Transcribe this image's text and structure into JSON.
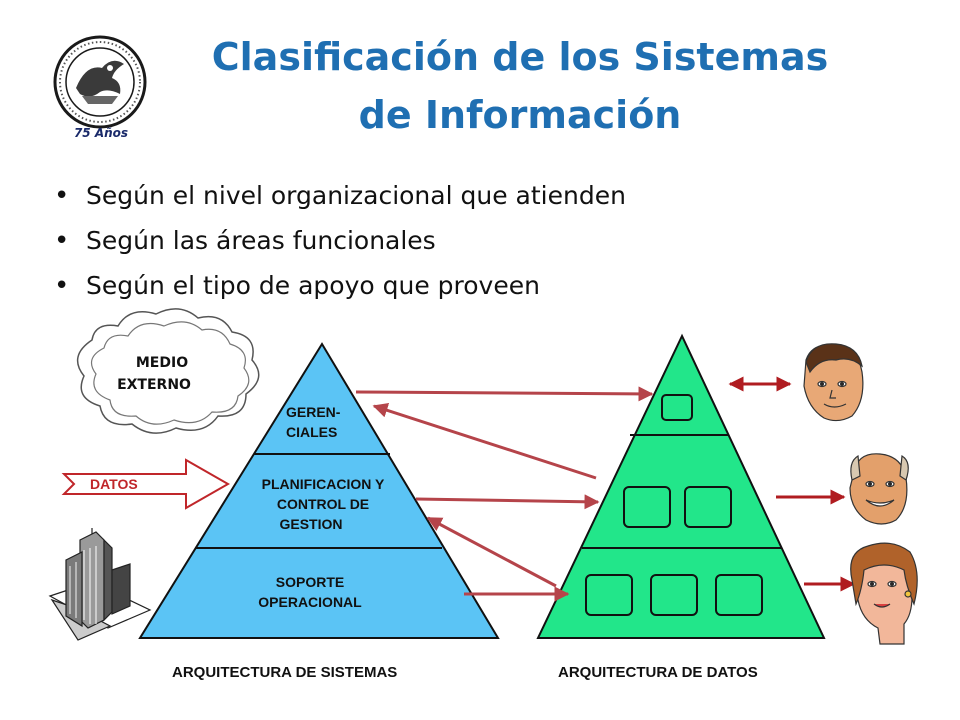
{
  "slide": {
    "title_line1": "Clasificación de los Sistemas",
    "title_line2": "de Información",
    "logo_caption": "75 Años",
    "bullets": [
      "Según el nivel organizacional que atienden",
      "Según las áreas funcionales",
      "Según el tipo de apoyo que proveen"
    ]
  },
  "diagram": {
    "cloud_line1": "MEDIO",
    "cloud_line2": "EXTERNO",
    "input_arrow_label": "DATOS",
    "systems_pyramid": {
      "top_line1": "GEREN-",
      "top_line2": "CIALES",
      "middle_line1": "PLANIFICACION Y",
      "middle_line2": "CONTROL DE",
      "middle_line3": "GESTION",
      "bottom_line1": "SOPORTE",
      "bottom_line2": "OPERACIONAL",
      "caption": "ARQUITECTURA DE SISTEMAS"
    },
    "data_pyramid": {
      "caption": "ARQUITECTURA DE DATOS",
      "boxes_per_level": [
        1,
        2,
        3
      ]
    },
    "colors": {
      "title": "#1f6fb2",
      "systems_pyramid": "#5bc4f5",
      "data_pyramid": "#22e68a",
      "arrows": "#b5444a",
      "datos_arrow": "#c0262a"
    }
  }
}
